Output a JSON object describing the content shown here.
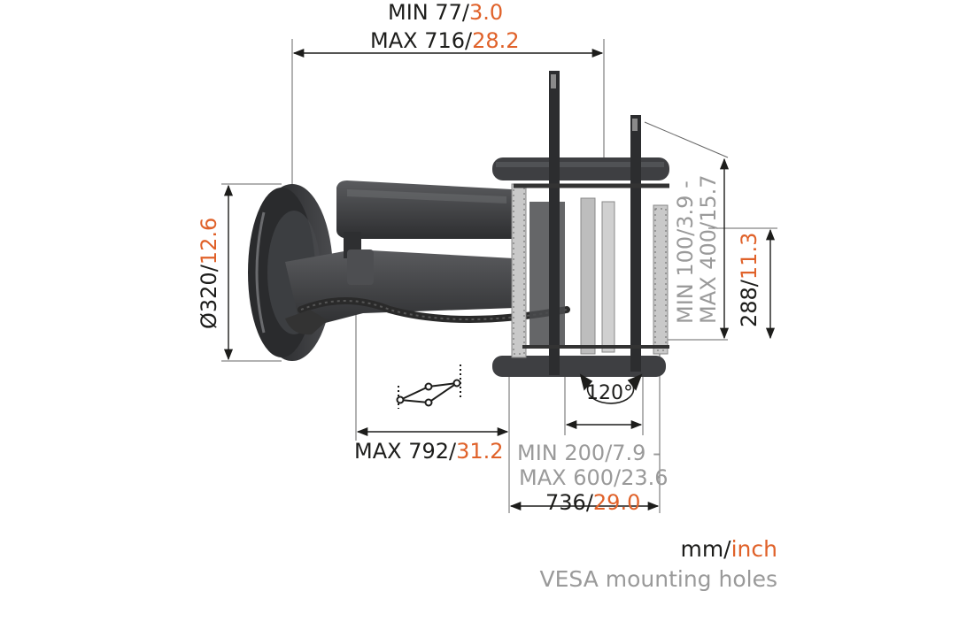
{
  "dimensions": {
    "depth_min": {
      "mm": "MIN 77",
      "inch": "3.0"
    },
    "depth_max": {
      "mm": "MAX 716",
      "inch": "28.2"
    },
    "plate_diameter": {
      "mm": "Ø320",
      "inch": "12.6"
    },
    "extension_max": {
      "mm": "MAX 792",
      "inch": "31.2"
    },
    "vesa_h_min": {
      "mm": "MIN 200",
      "inch": "7.9 -"
    },
    "vesa_h_max": {
      "mm": "MAX 600",
      "inch": "23.6"
    },
    "vesa_v_min": {
      "mm": "MIN 100",
      "inch": "3.9 -"
    },
    "vesa_v_max": {
      "mm": "MAX 400",
      "inch": "15.7"
    },
    "height": {
      "mm": "288",
      "inch": "11.3"
    },
    "width": {
      "mm": "736",
      "inch": "29.0"
    },
    "rotation": "120°"
  },
  "legend": {
    "units_mm": "mm/",
    "units_inch": "inch",
    "vesa_note": "VESA mounting holes"
  },
  "colors": {
    "metric": "#1d1d1b",
    "imperial": "#e0622a",
    "vesa": "#9a9a9a",
    "mount": "#3b3c3e"
  }
}
